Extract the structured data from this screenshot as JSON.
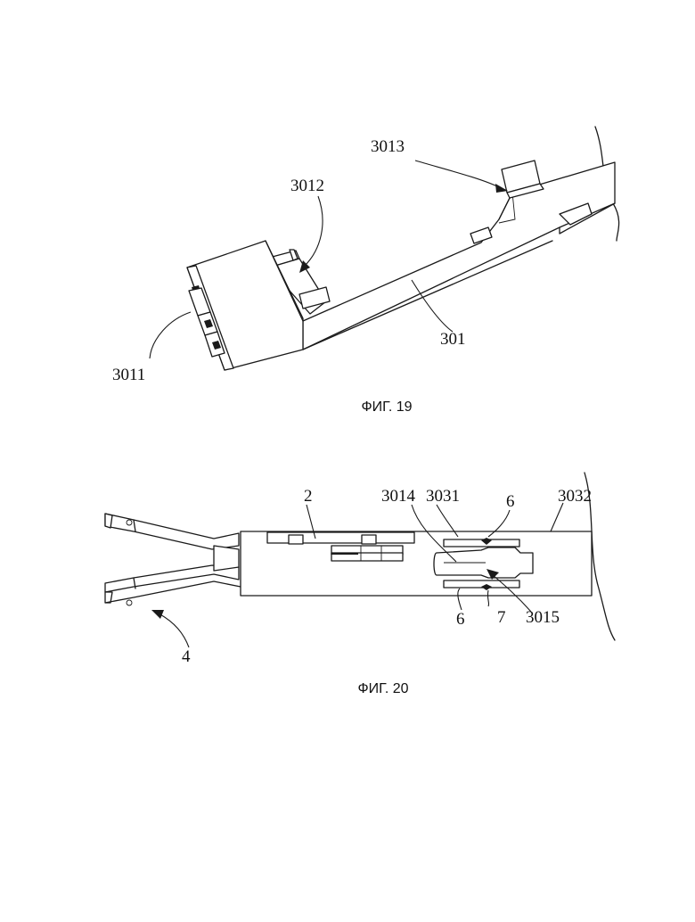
{
  "figures": [
    {
      "caption": "ФИГ. 19",
      "labels": {
        "l3011": "3011",
        "l3012": "3012",
        "l3013": "3013",
        "l301": "301"
      }
    },
    {
      "caption": "ФИГ. 20",
      "labels": {
        "l2": "2",
        "l3014": "3014",
        "l3031": "3031",
        "l6a": "6",
        "l3032": "3032",
        "l6b": "6",
        "l7": "7",
        "l3015": "3015",
        "l4": "4"
      }
    }
  ]
}
